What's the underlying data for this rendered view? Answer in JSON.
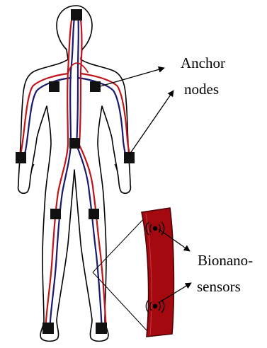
{
  "labels": {
    "anchor": [
      "Anchor",
      "nodes"
    ],
    "bionano": [
      "Bionano-",
      "sensors"
    ]
  },
  "colors": {
    "outline": "#000000",
    "artery": "#c0141a",
    "vein": "#1a1a6e",
    "node": "#111111",
    "vessel_fill": "#a3090f",
    "vessel_stroke": "#4a0306"
  },
  "node_count": 10,
  "node_icon": "black-square",
  "sensor_icon": "radio-wave-emitter"
}
